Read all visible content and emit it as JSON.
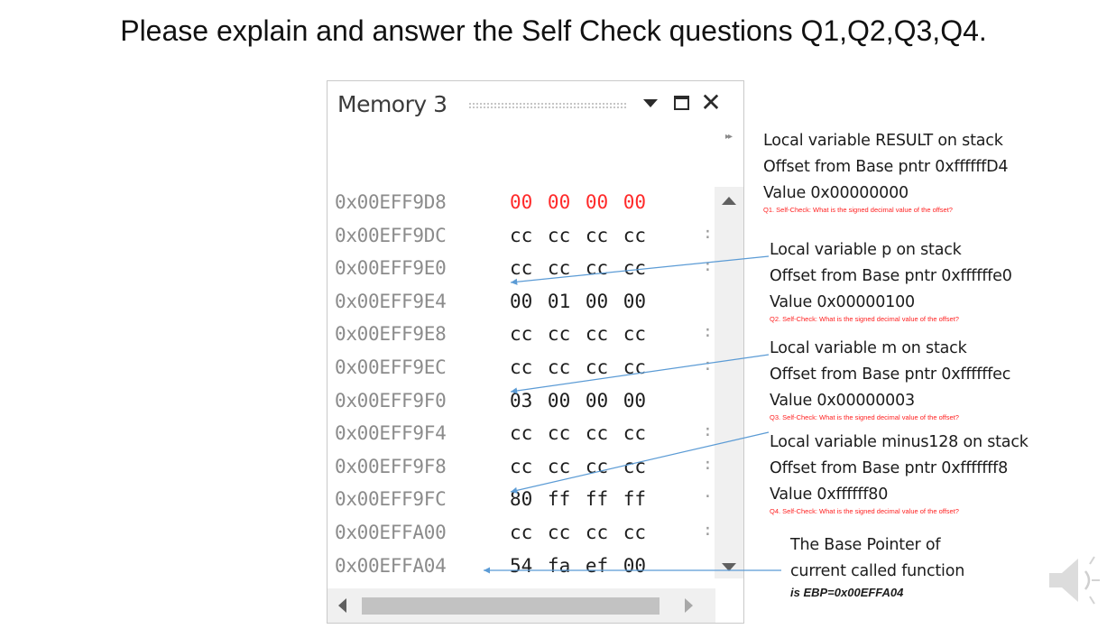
{
  "slide": {
    "title": "Please explain and answer the Self Check questions Q1,Q2,Q3,Q4."
  },
  "memory_window": {
    "title": "Memory 3",
    "icons": {
      "dropdown": "dropdown-triangle-icon",
      "maximize": "maximize-window-icon",
      "close": "close-x-icon"
    },
    "toolbar_overflow": "▸▸",
    "rows": [
      {
        "address": "0x00EFF9D8",
        "bytes": "00 00 00 00",
        "changed": true,
        "tail": ""
      },
      {
        "address": "0x00EFF9DC",
        "bytes": "cc cc cc cc",
        "changed": false,
        "tail": ":"
      },
      {
        "address": "0x00EFF9E0",
        "bytes": "cc cc cc cc",
        "changed": false,
        "tail": ":"
      },
      {
        "address": "0x00EFF9E4",
        "bytes": "00 01 00 00",
        "changed": false,
        "tail": ""
      },
      {
        "address": "0x00EFF9E8",
        "bytes": "cc cc cc cc",
        "changed": false,
        "tail": ":"
      },
      {
        "address": "0x00EFF9EC",
        "bytes": "cc cc cc cc",
        "changed": false,
        "tail": ":"
      },
      {
        "address": "0x00EFF9F0",
        "bytes": "03 00 00 00",
        "changed": false,
        "tail": ""
      },
      {
        "address": "0x00EFF9F4",
        "bytes": "cc cc cc cc",
        "changed": false,
        "tail": ":"
      },
      {
        "address": "0x00EFF9F8",
        "bytes": "cc cc cc cc",
        "changed": false,
        "tail": ":"
      },
      {
        "address": "0x00EFF9FC",
        "bytes": "80 ff ff ff",
        "changed": false,
        "tail": "·"
      },
      {
        "address": "0x00EFFA00",
        "bytes": "cc cc cc cc",
        "changed": false,
        "tail": ":"
      },
      {
        "address": "0x00EFFA04",
        "bytes": "54 fa ef 00",
        "changed": false,
        "tail": ""
      }
    ]
  },
  "annotations": {
    "result": {
      "line1": "Local variable RESULT on stack",
      "line2": "Offset from Base pntr 0xffffffD4",
      "line3": "Value 0x00000000",
      "question": "Q1. Self-Check: What is the signed decimal value of the offset?"
    },
    "p": {
      "line1": "Local variable p on stack",
      "line2": "Offset from Base pntr 0xffffffe0",
      "line3": "Value 0x00000100",
      "question": "Q2. Self-Check: What is the signed decimal value of the offset?"
    },
    "m": {
      "line1": "Local variable m on stack",
      "line2": "Offset from Base pntr 0xffffffec",
      "line3": "Value 0x00000003",
      "question": "Q3. Self-Check: What is the signed decimal value of the offset?"
    },
    "minus128": {
      "line1": "Local variable minus128 on stack",
      "line2": "Offset from Base pntr 0xfffffff8",
      "line3": "Value 0xffffff80",
      "question": "Q4. Self-Check: What is the signed decimal value of the offset?"
    },
    "base_pointer": {
      "line1": "The Base Pointer of",
      "line2": "current called function",
      "line3": "is EBP=0x00EFFA04"
    }
  },
  "colors": {
    "changed_bytes": "#ff2a2a",
    "address": "#8b8b8b",
    "arrow": "#5b9bd5",
    "question": "#ff1f1f"
  },
  "icons": {
    "audio": "speaker-icon"
  }
}
